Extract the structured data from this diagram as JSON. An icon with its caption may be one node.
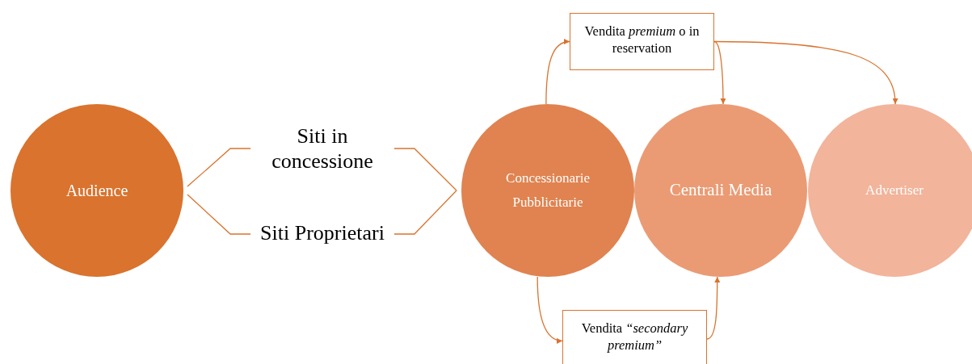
{
  "diagram": {
    "nodes": [
      {
        "text": [
          "Audience"
        ]
      },
      {
        "text": [
          "Siti in concessione"
        ]
      },
      {
        "text": [
          "Siti Proprietari"
        ]
      },
      {
        "text": [
          "Concessionarie Pubblicitarie"
        ]
      },
      {
        "text": [
          "Centrali Media"
        ]
      },
      {
        "text": [
          "Advertiser"
        ]
      },
      {
        "text": [
          "Vendita *premium* o in reservation"
        ]
      },
      {
        "text": [
          "Vendita *“secondary premium”*"
        ]
      }
    ],
    "edges": [
      {
        "from": 0,
        "to": 1,
        "arrow": "none"
      },
      {
        "from": 0,
        "to": 2,
        "arrow": "none"
      },
      {
        "from": 1,
        "to": 3,
        "arrow": "none"
      },
      {
        "from": 2,
        "to": 3,
        "arrow": "none"
      },
      {
        "from": 3,
        "to": 6,
        "arrow": "to"
      },
      {
        "from": 6,
        "to": 4,
        "arrow": "to"
      },
      {
        "from": 6,
        "to": 5,
        "arrow": "to"
      },
      {
        "from": 3,
        "to": 7,
        "arrow": "to"
      },
      {
        "from": 7,
        "to": 4,
        "arrow": "to"
      }
    ]
  }
}
